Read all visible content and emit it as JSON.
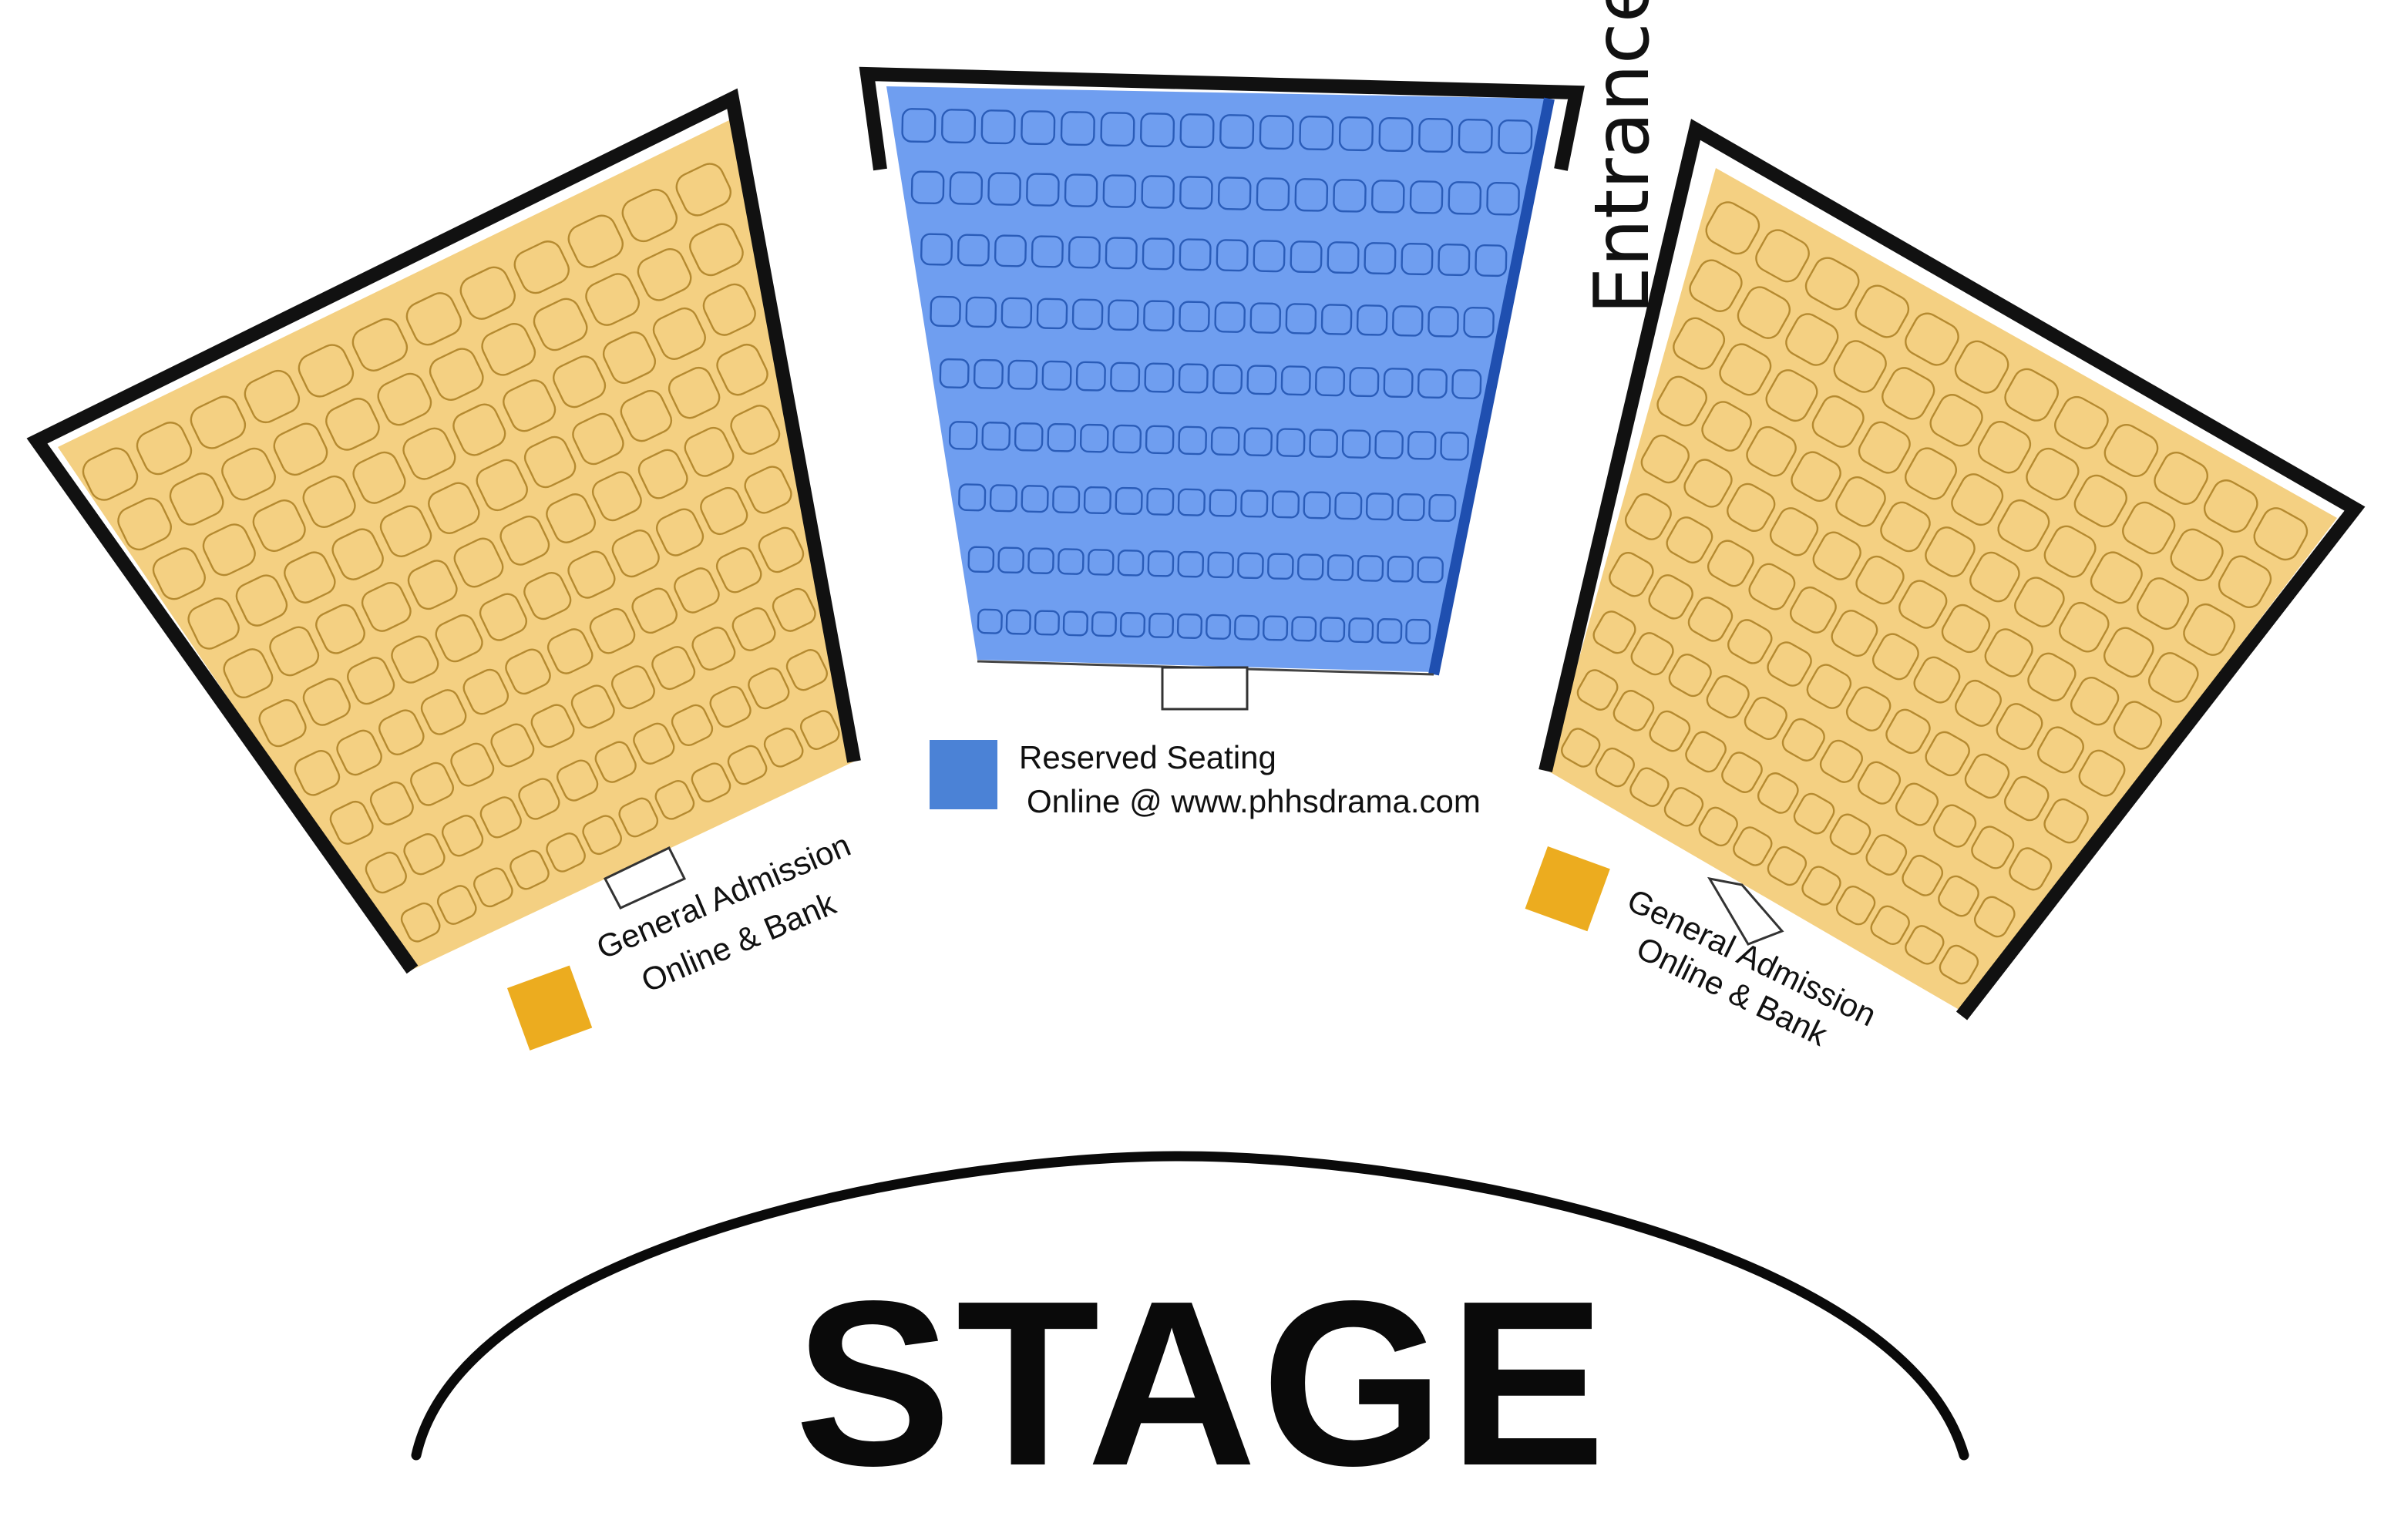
{
  "diagram": {
    "entrance_label": "Entrance",
    "stage_label": "STAGE",
    "sections": [
      {
        "id": "left",
        "type": "general",
        "rows": 10,
        "seats_per_row": 12
      },
      {
        "id": "center",
        "type": "reserved",
        "rows": 9,
        "seats_per_row": 16
      },
      {
        "id": "right",
        "type": "general",
        "rows": 10,
        "seats_per_row": 12
      }
    ],
    "legend": {
      "reserved": {
        "line1": "Reserved Seating",
        "line2": "Online @ www.phhsdrama.com"
      },
      "general_left": {
        "line1": "General Admission",
        "line2": "Online & Bank"
      },
      "general_right": {
        "line1": "General Admission",
        "line2": "Online & Bank"
      }
    }
  },
  "colors": {
    "general": "#f4d082",
    "general_swatch": "#ecac1f",
    "reserved": "#6f9ef0",
    "reserved_swatch": "#4b82d6",
    "wall": "#111111"
  }
}
